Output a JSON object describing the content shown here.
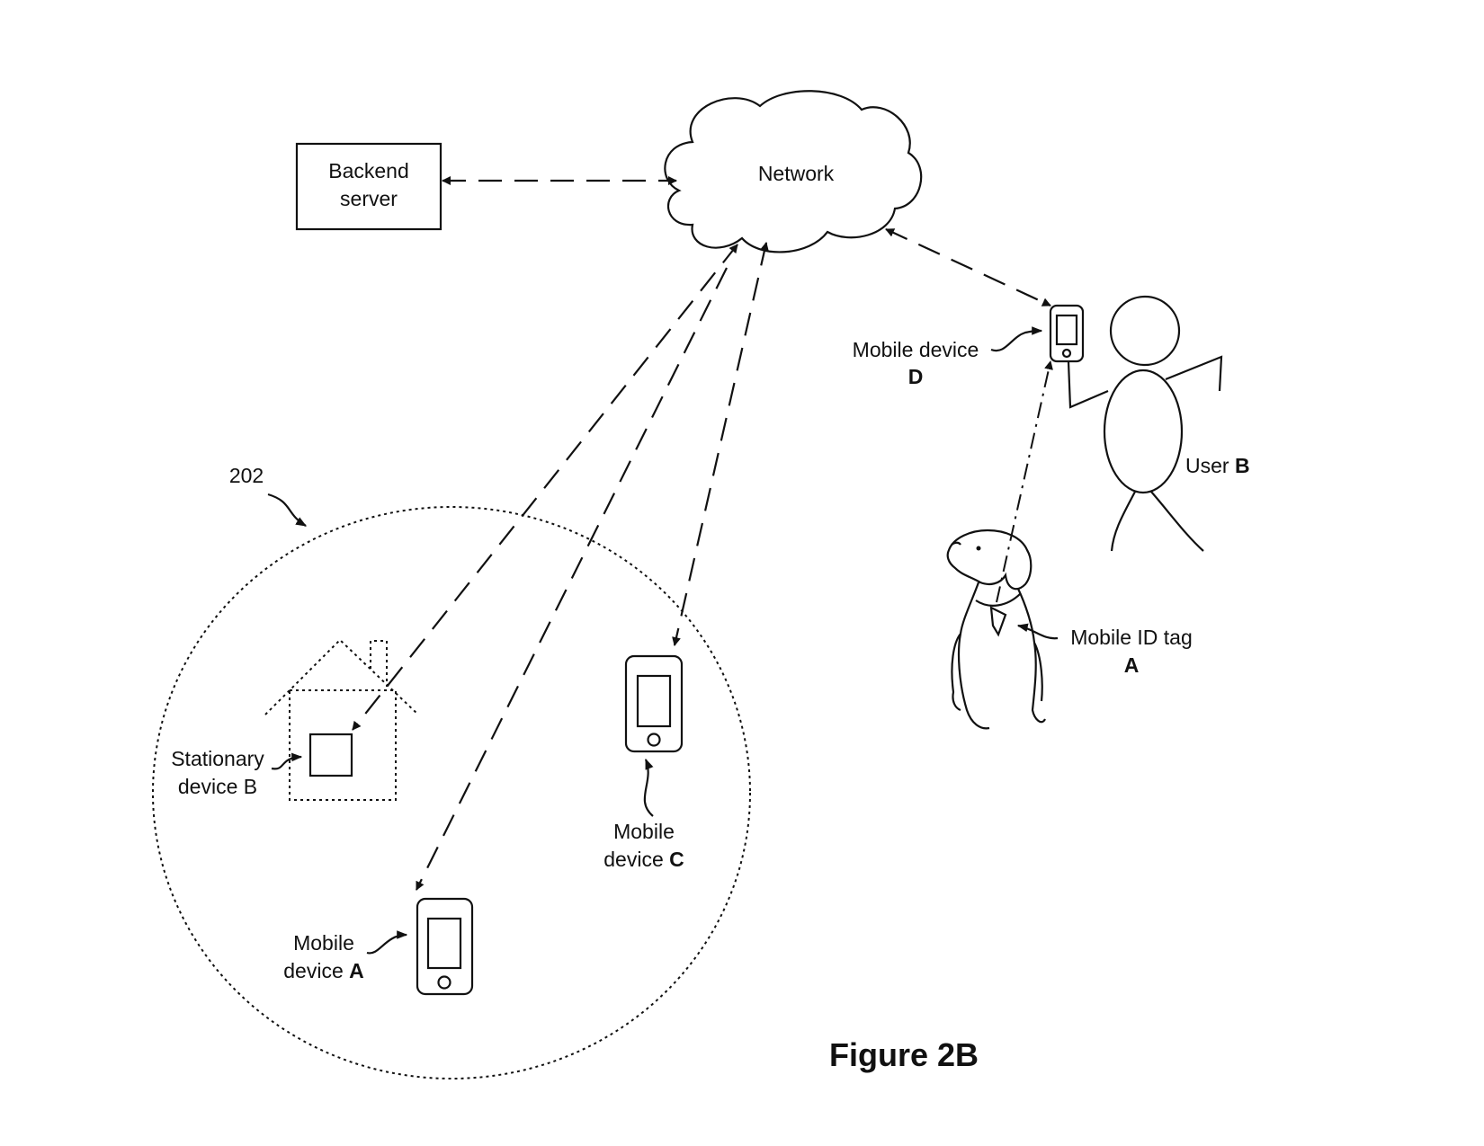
{
  "figure": {
    "title": "Figure 2B"
  },
  "nodes": {
    "backend_server": {
      "line1": "Backend",
      "line2": "server"
    },
    "network": {
      "label": "Network"
    },
    "mobile_device_d": {
      "line1": "Mobile device",
      "line2": "D"
    },
    "user_b": {
      "prefix": "User ",
      "bold": "B"
    },
    "mobile_id_tag_a": {
      "line1": "Mobile ID tag",
      "line2": "A"
    },
    "region": {
      "ref": "202"
    },
    "stationary_device_b": {
      "line1": "Stationary",
      "line2": "device B"
    },
    "mobile_device_c": {
      "line1": "Mobile",
      "line2_prefix": "device ",
      "line2_bold": "C"
    },
    "mobile_device_a": {
      "line1": "Mobile",
      "line2_prefix": "device ",
      "line2_bold": "A"
    }
  }
}
